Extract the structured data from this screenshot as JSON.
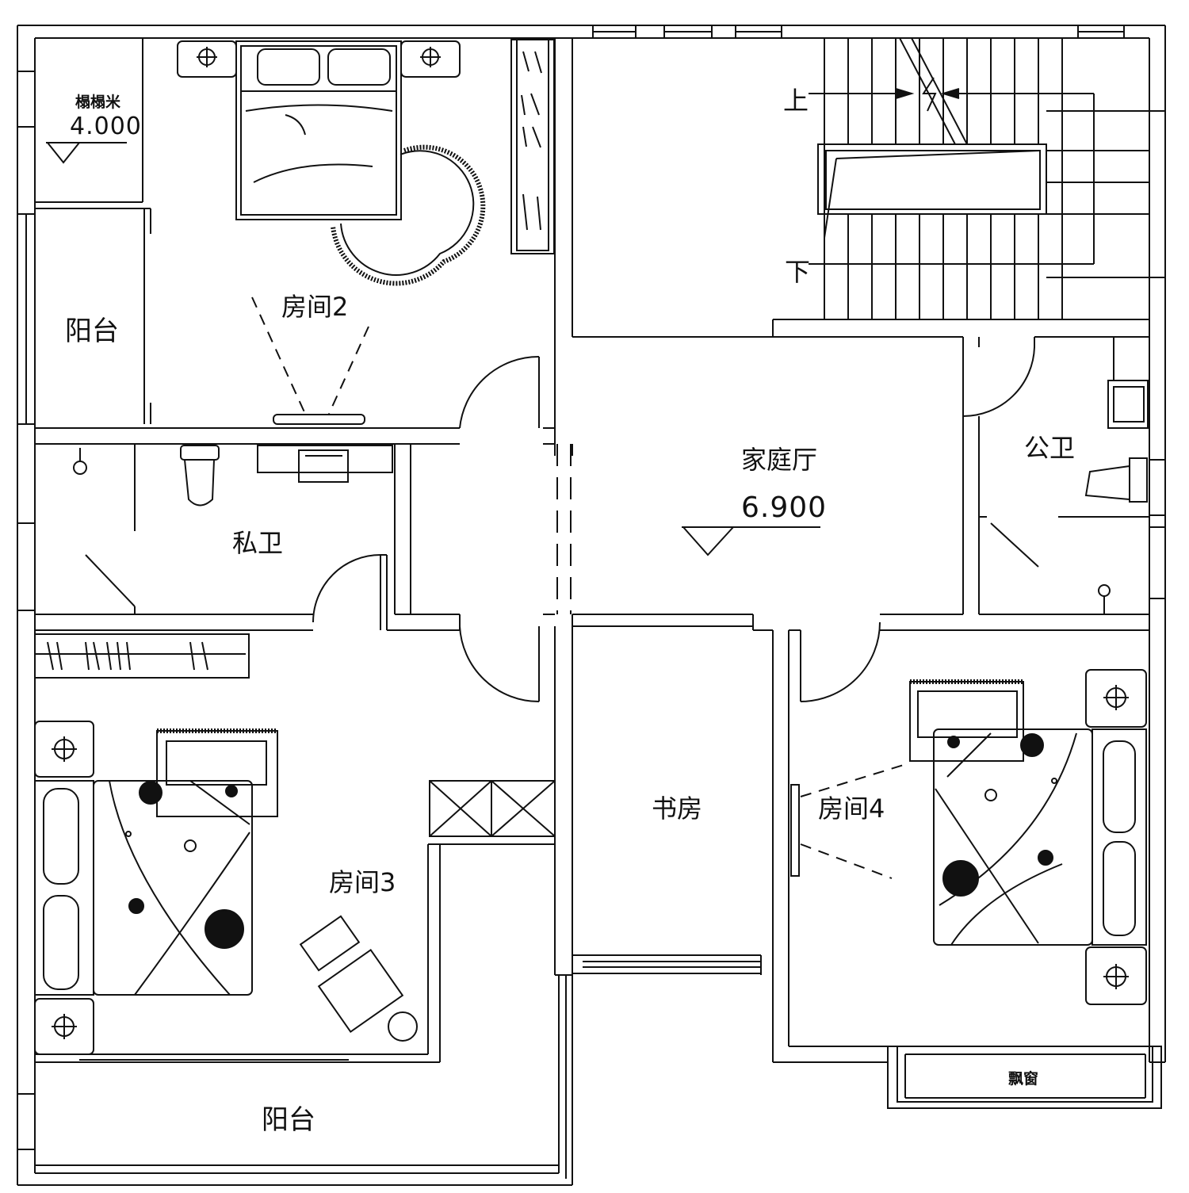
{
  "rooms": {
    "tatami": "榻榻米",
    "balcony_upper": "阳台",
    "room2": "房间2",
    "family_hall": "家庭厅",
    "public_bath": "公卫",
    "private_bath": "私卫",
    "study": "书房",
    "room3": "房间3",
    "room4": "房间4",
    "bay_window": "飘窗",
    "balcony_lower": "阳台"
  },
  "elevations": {
    "tatami_level": "4.000",
    "floor_level": "6.900"
  },
  "stairs": {
    "up": "上",
    "down": "下"
  }
}
